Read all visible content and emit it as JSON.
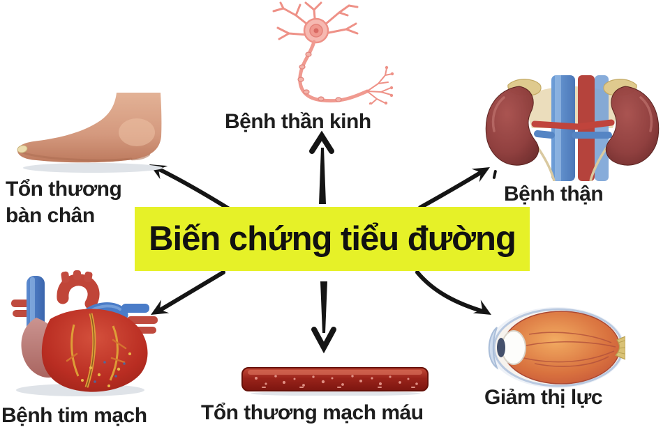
{
  "center": {
    "label": "Biến chứng tiểu đường"
  },
  "nodes": {
    "nerve": {
      "label": "Bệnh thần kinh"
    },
    "foot": {
      "label": "Tổn thương bàn chân"
    },
    "kidney": {
      "label": "Bệnh thận"
    },
    "heart": {
      "label": "Bệnh tim mạch"
    },
    "vessel": {
      "label": "Tổn thương mạch máu"
    },
    "eye": {
      "label": "Giảm thị lực"
    }
  },
  "connections": [
    {
      "from": "center",
      "to": "nerve"
    },
    {
      "from": "center",
      "to": "foot"
    },
    {
      "from": "center",
      "to": "kidney"
    },
    {
      "from": "center",
      "to": "heart"
    },
    {
      "from": "center",
      "to": "vessel"
    },
    {
      "from": "center",
      "to": "eye"
    }
  ],
  "icons": {
    "nerve": "neuron-icon",
    "foot": "foot-icon",
    "kidney": "kidneys-icon",
    "heart": "heart-icon",
    "vessel": "blood-vessel-icon",
    "eye": "eye-icon"
  },
  "colors": {
    "background": "#ffffff",
    "center_bg": "#e6f128",
    "text": "#1d1d1d",
    "arrow": "#151515",
    "neuron_pink": "#ee9187",
    "skin": "#d4997e",
    "kidney_maroon": "#8e3d3c",
    "heart_red": "#b92d22",
    "vein_blue": "#4a7cc8",
    "vessel_red": "#9a241b",
    "eye_orange": "#d96f3a"
  }
}
